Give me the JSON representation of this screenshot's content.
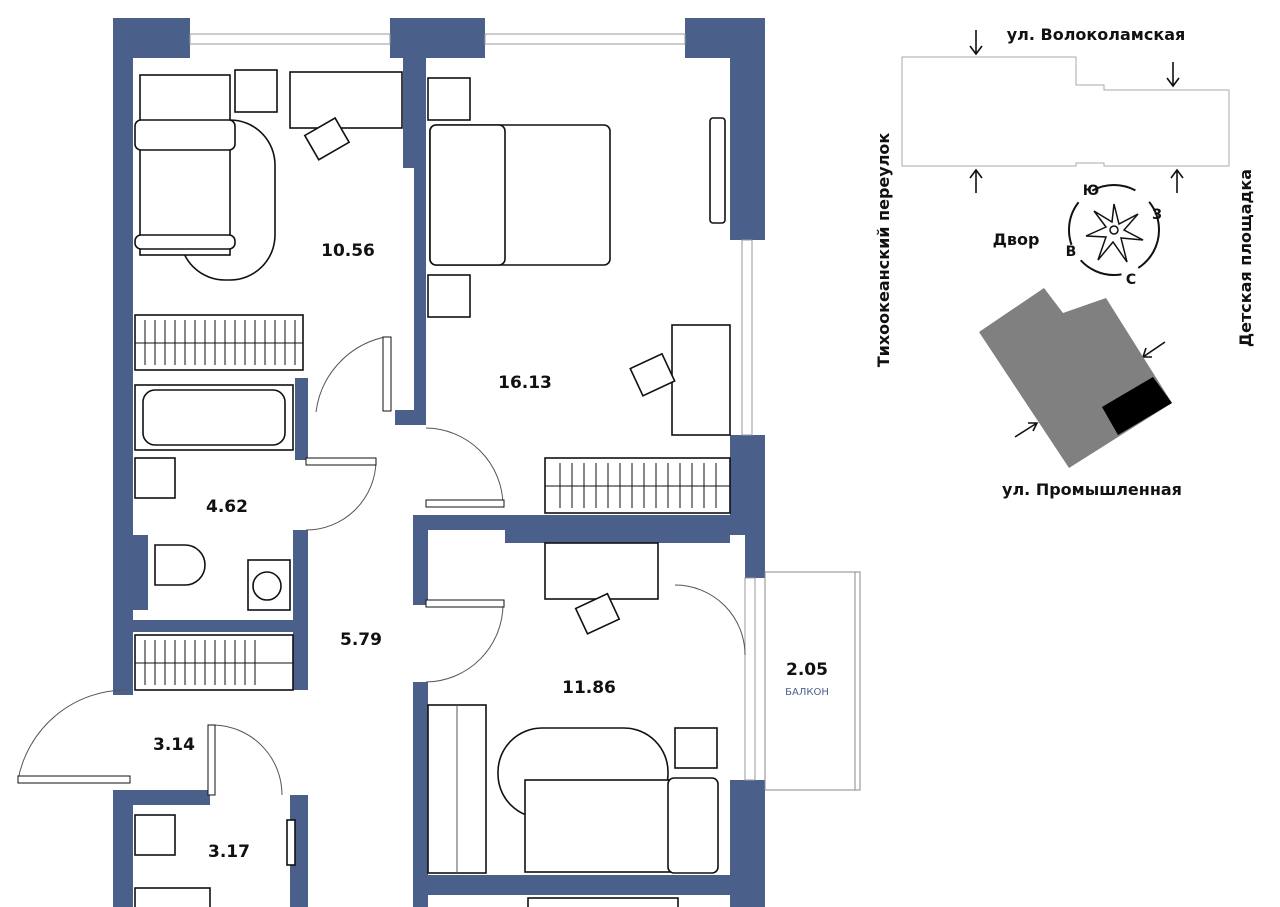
{
  "floorplan": {
    "wall_color": "#4a5f8a",
    "rooms": [
      {
        "name": "bedroom-1",
        "area": "10.56"
      },
      {
        "name": "bedroom-2",
        "area": "16.13"
      },
      {
        "name": "bathroom",
        "area": "4.62"
      },
      {
        "name": "hallway",
        "area": "5.79"
      },
      {
        "name": "bedroom-3",
        "area": "11.86"
      },
      {
        "name": "balcony",
        "area": "2.05",
        "label": "БАЛКОН"
      },
      {
        "name": "entrance",
        "area": "3.14"
      },
      {
        "name": "toilet",
        "area": "3.17"
      }
    ]
  },
  "site_map": {
    "streets": {
      "top": "ул. Волоколамская",
      "bottom": "ул. Промышленная",
      "left": "Тихоокеанский переулок",
      "right": "Детская площадка"
    },
    "yard": "Двор",
    "compass": {
      "south": "Ю",
      "west": "З",
      "east": "В",
      "north": "С"
    },
    "building_color": "#808080",
    "unit_color": "#000000"
  }
}
